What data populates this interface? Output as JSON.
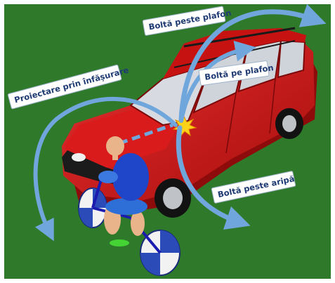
{
  "labels": {
    "over_roof": "Boltă peste plafon",
    "on_roof": "Boltă pe plafon",
    "wrap_projection": "Proiectare prin înfășurare",
    "over_fender": "Boltă peste aripă"
  },
  "colors": {
    "grass": "#2f7a2a",
    "car_body": "#d11414",
    "car_shadow": "#8e0b0b",
    "glass": "#d9dde3",
    "arrow": "#6fa6dc",
    "impact": "#ffd21a",
    "rider_torso": "#1f45c9",
    "skin": "#e9b48a"
  },
  "icons": [
    "impact-star-icon",
    "cyclist-dummy-icon",
    "car-icon"
  ]
}
